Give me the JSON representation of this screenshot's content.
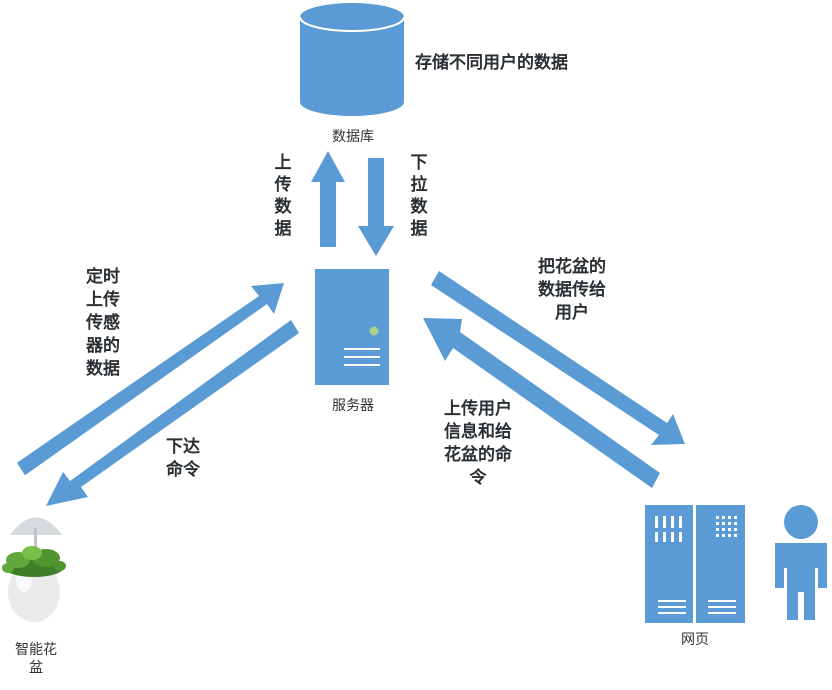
{
  "colors": {
    "accent": "#5b9bd5",
    "label_text": "#2a2f33",
    "caption_text": "#333333",
    "indicator": "#a9d18e"
  },
  "nodes": {
    "database": {
      "icon": "database-cylinder-icon",
      "caption": "数据库",
      "note": "存储不同用户的数据"
    },
    "server": {
      "icon": "server-icon",
      "caption": "服务器"
    },
    "planter": {
      "icon": "smart-planter-photo",
      "caption": "智能花\n盆"
    },
    "webpage": {
      "icons": [
        "server-rack-icon",
        "person-icon"
      ],
      "caption": "网页"
    }
  },
  "edges": {
    "upload_data": {
      "label": "上\n传\n数\n据"
    },
    "pull_data": {
      "label": "下\n拉\n数\n据"
    },
    "sensor_upload": {
      "label": "定时\n上传\n传感\n器的\n数据"
    },
    "send_command": {
      "label": "下达\n命令"
    },
    "push_to_user": {
      "label": "把花盆的\n数据传给\n用户"
    },
    "user_upload": {
      "label": "上传用户\n信息和给\n花盆的命\n令"
    }
  }
}
